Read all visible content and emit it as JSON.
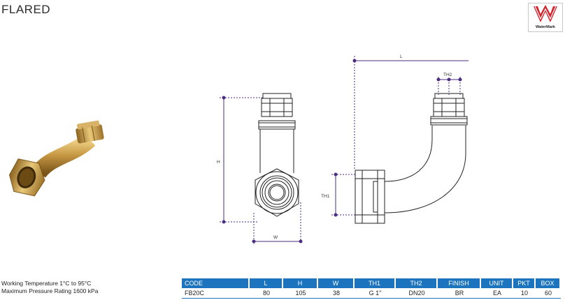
{
  "page": {
    "title": "FLARED"
  },
  "badge": {
    "label": "WaterMark",
    "color": "#d2232a"
  },
  "photo": {
    "icon": "flared-bend-photo"
  },
  "drawing": {
    "dim_l": "L",
    "dim_th2": "TH2",
    "dim_h": "H",
    "dim_th1": "TH1",
    "dim_w": "W"
  },
  "specs": {
    "line1": "Working Temperature 1°C to 95°C",
    "line2": "Maximum Pressure Rating 1600 kPa"
  },
  "table": {
    "header_color": "#1b74bd",
    "headers": [
      "CODE",
      "L",
      "H",
      "W",
      "TH1",
      "TH2",
      "FINISH",
      "UNIT",
      "PKT",
      "BOX"
    ],
    "rows": [
      [
        "FB20C",
        "80",
        "105",
        "38",
        "G 1\"",
        "DN20",
        "BR",
        "EA",
        "10",
        "60"
      ]
    ]
  }
}
